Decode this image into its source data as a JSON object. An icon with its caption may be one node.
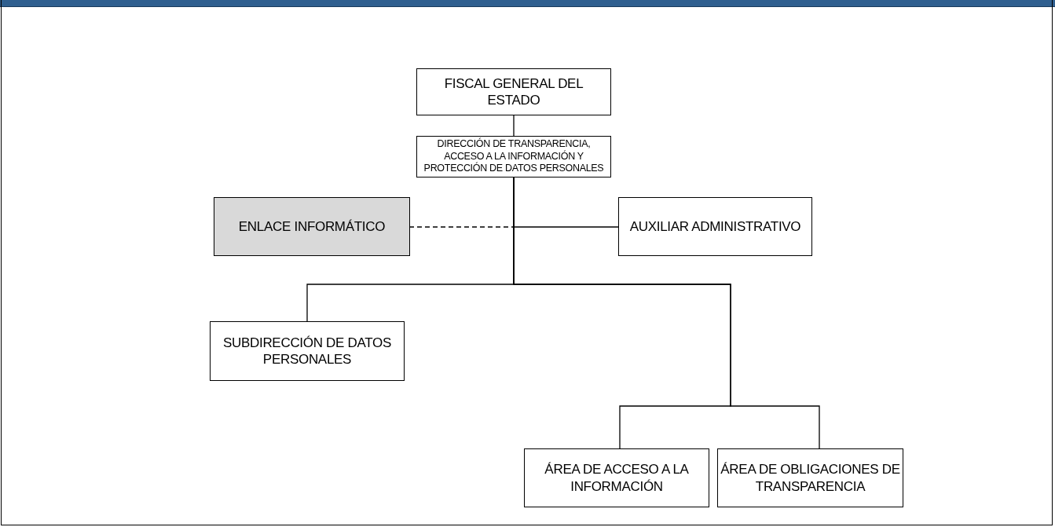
{
  "diagram": {
    "nodes": [
      {
        "text": [
          "FISCAL GENERAL DEL ESTADO"
        ]
      },
      {
        "text": [
          "DIRECCIÓN DE TRANSPARENCIA, ACCESO A LA INFORMACIÓN Y PROTECCIÓN DE DATOS PERSONALES"
        ]
      },
      {
        "text": [
          "ENLACE INFORMÁTICO"
        ]
      },
      {
        "text": [
          "AUXILIAR ADMINISTRATIVO"
        ]
      },
      {
        "text": [
          "SUBDIRECCIÓN DE DATOS PERSONALES"
        ]
      },
      {
        "text": [
          "ÁREA DE ACCESO A LA INFORMACIÓN"
        ]
      },
      {
        "text": [
          "ÁREA DE OBLIGACIONES DE TRANSPARENCIA"
        ]
      }
    ],
    "edges": [
      {
        "from": 0,
        "to": 1,
        "arrow": "none"
      },
      {
        "from": 1,
        "to": 2,
        "arrow": "none",
        "style": "dashed"
      },
      {
        "from": 1,
        "to": 3,
        "arrow": "none"
      },
      {
        "from": 1,
        "to": 4,
        "arrow": "none"
      },
      {
        "from": 1,
        "to": 5,
        "arrow": "none"
      },
      {
        "from": 1,
        "to": 6,
        "arrow": "none"
      }
    ]
  }
}
